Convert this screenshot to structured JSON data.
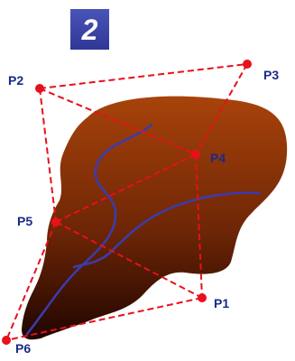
{
  "badge": {
    "text": "2",
    "color": "#3a44a8"
  },
  "points": [
    {
      "id": "P1",
      "label": "P1"
    },
    {
      "id": "P2",
      "label": "P2"
    },
    {
      "id": "P3",
      "label": "P3"
    },
    {
      "id": "P4",
      "label": "P4"
    },
    {
      "id": "P5",
      "label": "P5"
    },
    {
      "id": "P6",
      "label": "P6"
    }
  ],
  "colors": {
    "control_polygon": "#e8101a",
    "control_point": "#e8101a",
    "label": "#1a2a88",
    "curve": "#3a3cb0",
    "surface_top": "#a8430a",
    "surface_bottom": "#200500"
  },
  "polygon_style": "dashed"
}
